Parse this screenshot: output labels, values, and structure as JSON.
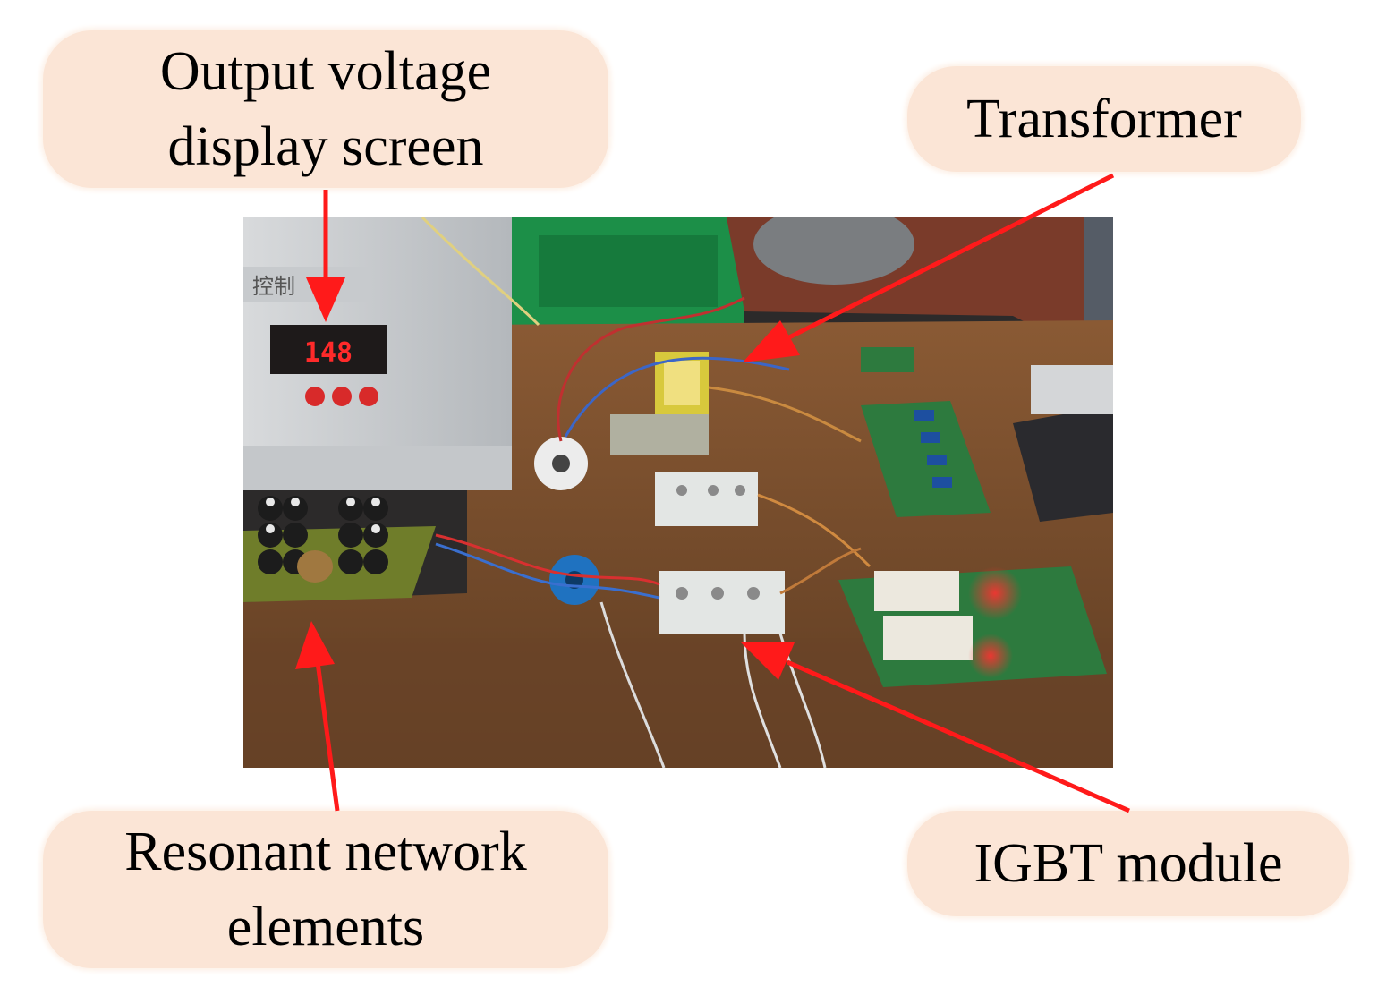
{
  "labels": {
    "output_voltage_line1": "Output voltage",
    "output_voltage_line2": "display screen",
    "transformer": "Transformer",
    "resonant_line1": "Resonant network",
    "resonant_line2": "elements",
    "igbt": "IGBT module"
  },
  "display": {
    "reading": "148",
    "panel_text": "控制"
  },
  "colors": {
    "callout_fill": "#fbe5d6",
    "arrow": "#ff1a1a",
    "display_digits": "#ff2a2a"
  }
}
